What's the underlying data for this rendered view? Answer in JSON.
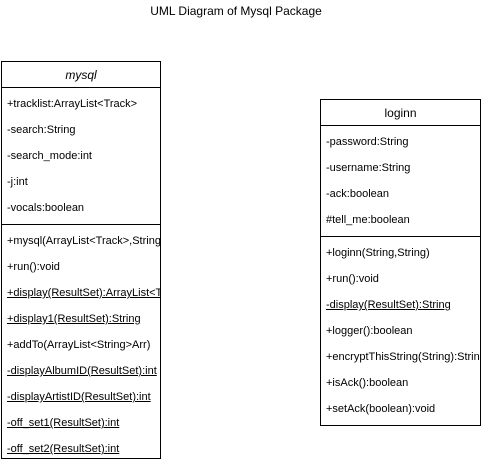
{
  "title": "UML Diagram of Mysql Package",
  "classes": {
    "mysql": {
      "name": "mysql",
      "attributes": [
        "+tracklist:ArrayList<Track>",
        "-search:String",
        "-search_mode:int",
        "-j:int",
        "-vocals:boolean"
      ],
      "methods": [
        "+mysql(ArrayList<Track>,String,int,boolean)",
        "+run():void",
        "+display(ResultSet):ArrayList<Track>",
        "+display1(ResultSet):String",
        "+addTo(ArrayList<String>Arr)",
        "-displayAlbumID(ResultSet):int",
        "-displayArtistID(ResultSet):int",
        "-off_set1(ResultSet):int",
        "-off_set2(ResultSet):int"
      ]
    },
    "loginn": {
      "name": "loginn",
      "attributes": [
        "-password:String",
        "-username:String",
        "-ack:boolean",
        "#tell_me:boolean"
      ],
      "methods": [
        "+loginn(String,String)",
        "+run():void",
        "-display(ResultSet):String",
        "+logger():boolean",
        "+encryptThisString(String):String",
        "+isAck():boolean",
        "+setAck(boolean):void"
      ]
    }
  }
}
